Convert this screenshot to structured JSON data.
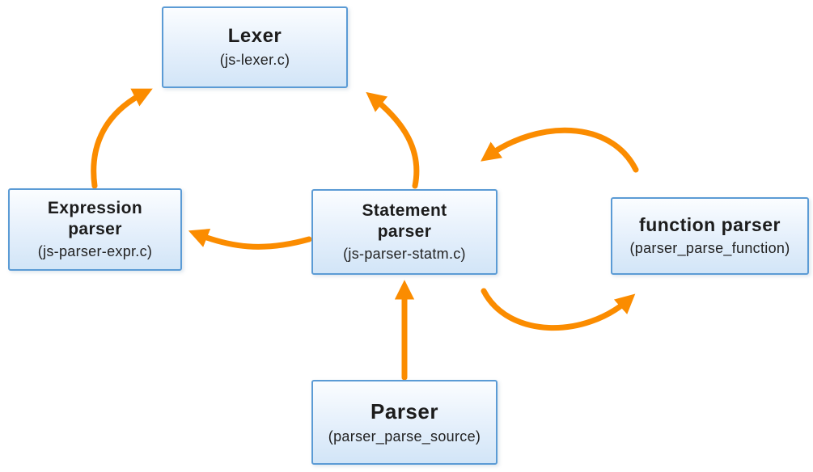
{
  "diagram": {
    "type": "flow-diagram",
    "description_colors": {
      "box_border": "#5b9bd5",
      "box_fill_top": "#fbfdff",
      "box_fill_bottom": "#d2e5f7",
      "arrow": "#fb8c00",
      "text": "#1c1c1c"
    },
    "nodes": {
      "lexer": {
        "title": "Lexer",
        "subtitle": "(js-lexer.c)"
      },
      "expression_parser": {
        "line1": "Expression",
        "line2": "parser",
        "subtitle": "(js-parser-expr.c)"
      },
      "statement_parser": {
        "line1": "Statement",
        "line2": "parser",
        "subtitle": "(js-parser-statm.c)"
      },
      "function_parser": {
        "title": "function parser",
        "subtitle": "(parser_parse_function)"
      },
      "parser": {
        "title": "Parser",
        "subtitle": "(parser_parse_source)"
      }
    },
    "edges": [
      {
        "from": "expression_parser",
        "to": "lexer"
      },
      {
        "from": "statement_parser",
        "to": "lexer"
      },
      {
        "from": "statement_parser",
        "to": "expression_parser"
      },
      {
        "from": "parser",
        "to": "statement_parser"
      },
      {
        "from": "function_parser",
        "to": "statement_parser"
      },
      {
        "from": "statement_parser",
        "to": "function_parser"
      }
    ]
  }
}
